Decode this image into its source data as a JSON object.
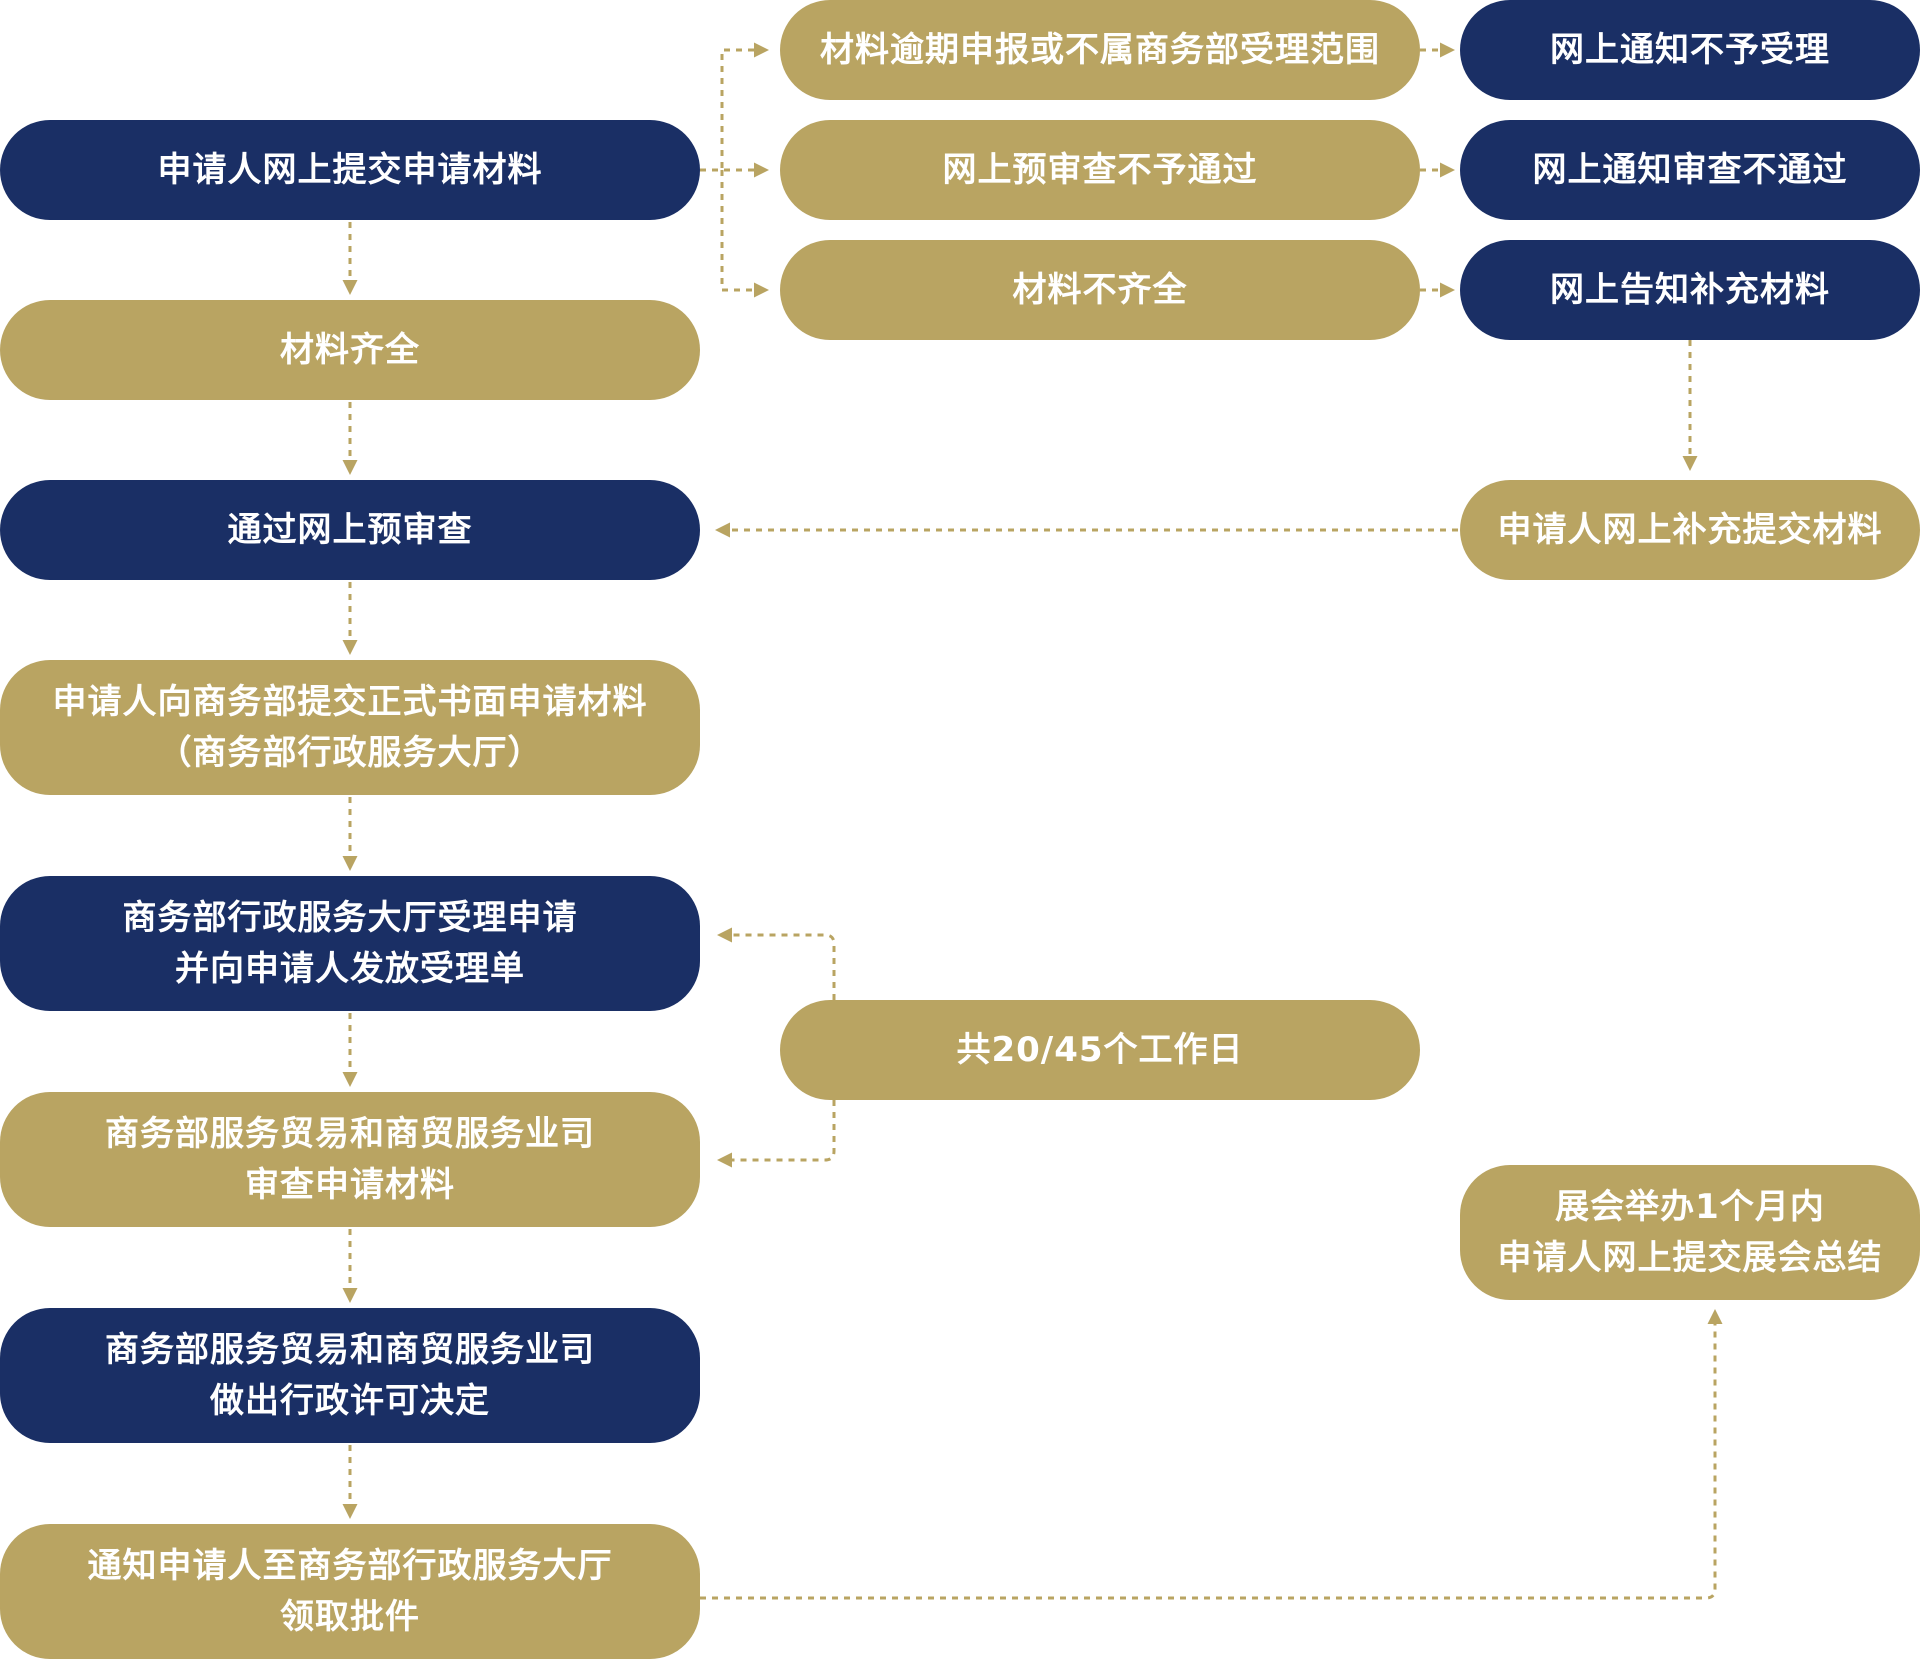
{
  "colors": {
    "navy": "#1a2f65",
    "gold": "#b9a462",
    "connector": "#b9a462"
  },
  "flow": {
    "submit_online": "申请人网上提交申请材料",
    "complete": "材料齐全",
    "pass_precheck": "通过网上预审查",
    "submit_formal": {
      "line1": "申请人向商务部提交正式书面申请材料",
      "line2": "（商务部行政服务大厅）"
    },
    "hall_accept": {
      "line1": "商务部行政服务大厅受理申请",
      "line2": "并向申请人发放受理单"
    },
    "dept_review": {
      "line1": "商务部服务贸易和商贸服务业司",
      "line2": "审查申请材料"
    },
    "dept_decision": {
      "line1": "商务部服务贸易和商贸服务业司",
      "line2": "做出行政许可决定"
    },
    "notify_collect": {
      "line1": "通知申请人至商务部行政服务大厅",
      "line2": "领取批件"
    }
  },
  "branches": {
    "overdue": "材料逾期申报或不属商务部受理范围",
    "precheck_fail": "网上预审查不予通过",
    "incomplete": "材料不齐全"
  },
  "outcomes": {
    "reject_notice": "网上通知不予受理",
    "fail_notice": "网上通知审查不通过",
    "supplement_notice": "网上告知补充材料",
    "resubmit": "申请人网上补充提交材料",
    "summary": {
      "line1": "展会举办1个月内",
      "line2": "申请人网上提交展会总结"
    }
  },
  "timeline": {
    "working_days": "共20/45个工作日"
  }
}
